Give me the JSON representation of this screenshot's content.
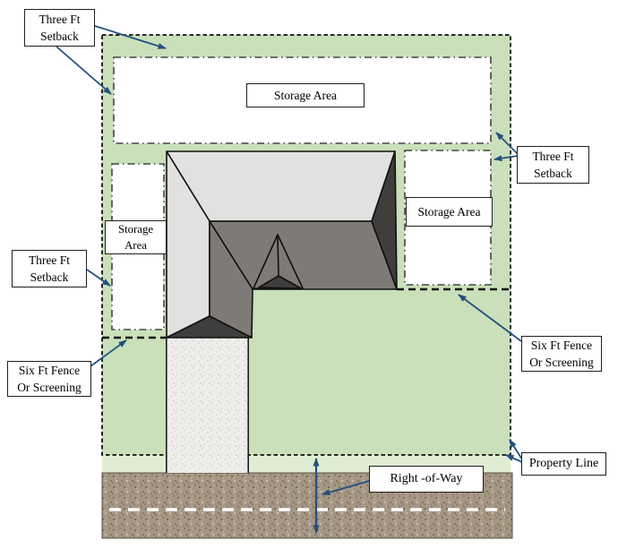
{
  "labels": {
    "setback_top_left": "Three Ft\nSetback",
    "storage_top": "Storage Area",
    "setback_right": "Three Ft\nSetback",
    "storage_right": "Storage Area",
    "storage_left": "Storage\nArea",
    "setback_mid_left": "Three Ft\nSetback",
    "fence_left": "Six Ft Fence\nOr Screening",
    "fence_right": "Six Ft Fence\nOr Screening",
    "property_line": "Property Line",
    "right_of_way": "Right -of-Way"
  },
  "colors": {
    "lawn": "#c9e0bb",
    "lawn_light": "#dfeed3",
    "street_base": "#a59784",
    "driveway_base": "#efeeec",
    "roof_light": "#e2e1df",
    "roof_medium": "#7e7a78",
    "roof_dark": "#403e3c",
    "arrow": "#24507e",
    "street_centerline": "#ffffff"
  }
}
